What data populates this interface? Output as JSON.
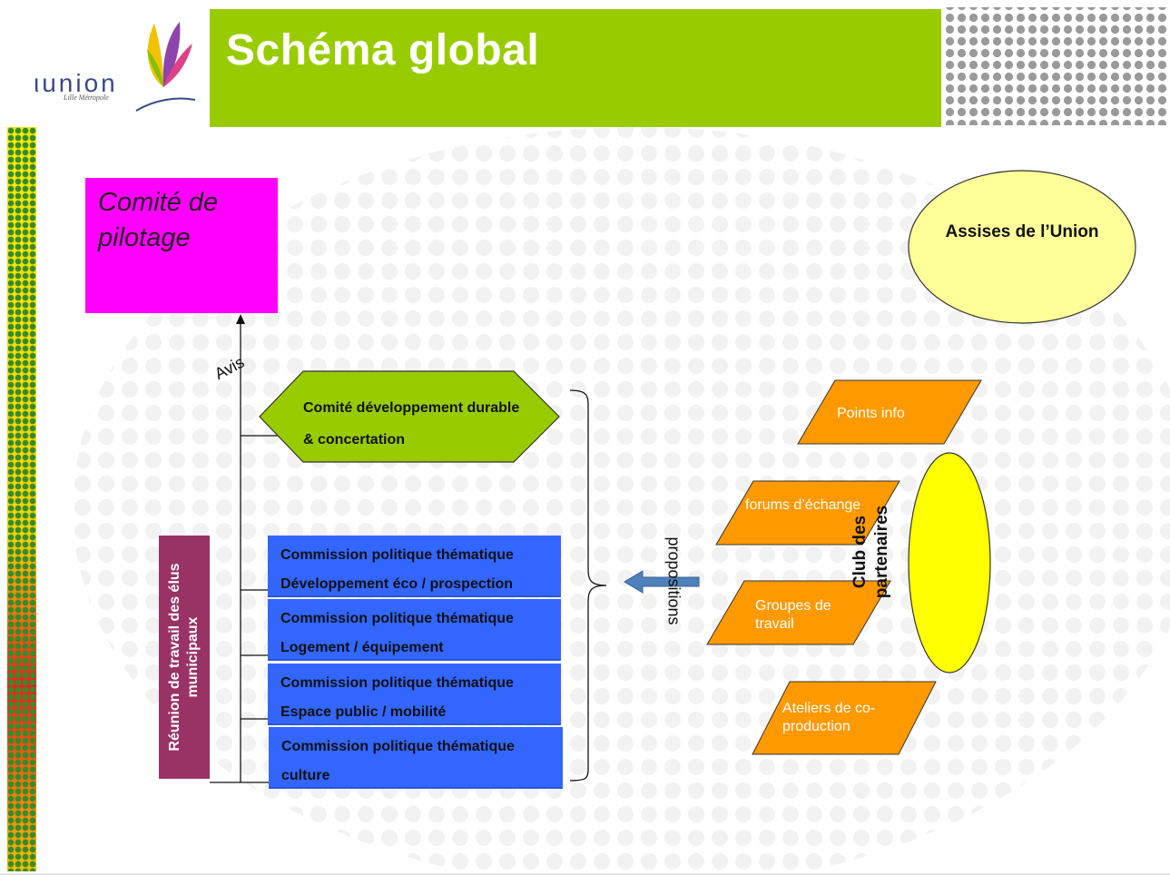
{
  "header": {
    "title": "Schéma global",
    "logo_text": "ιunion",
    "logo_subtext": "Lille Métropole"
  },
  "colors": {
    "header_green": "#99cc00",
    "pilotage_magenta": "#ff00ff",
    "commission_blue": "#3366ff",
    "orange": "#ff9900",
    "yellow_light": "#ffff99",
    "yellow": "#ffff00",
    "reunion_purple": "#993366",
    "arrow_blue": "#4f81bd"
  },
  "diagram": {
    "comite_pilotage": "Comité de pilotage",
    "assises": "Assises de l’Union",
    "comite_dd": {
      "line1": "Comité développement durable",
      "line2": "& concertation"
    },
    "avis": "Avis",
    "propositions": "propositions",
    "reunion": "Réunion de travail des élus municipaux",
    "commissions": [
      {
        "line1": "Commission politique thématique",
        "line2": "Développement éco / prospection"
      },
      {
        "line1": "Commission politique thématique",
        "line2": "Logement / équipement"
      },
      {
        "line1": "Commission politique thématique",
        "line2": "Espace public / mobilité"
      },
      {
        "line1": "Commission politique thématique",
        "line2": "culture"
      }
    ],
    "participation": [
      {
        "label": "Points info"
      },
      {
        "label": "forums d’échange"
      },
      {
        "label": "Groupes de travail"
      },
      {
        "label": "Ateliers de co-production"
      }
    ],
    "club": "Club des partenaires"
  }
}
